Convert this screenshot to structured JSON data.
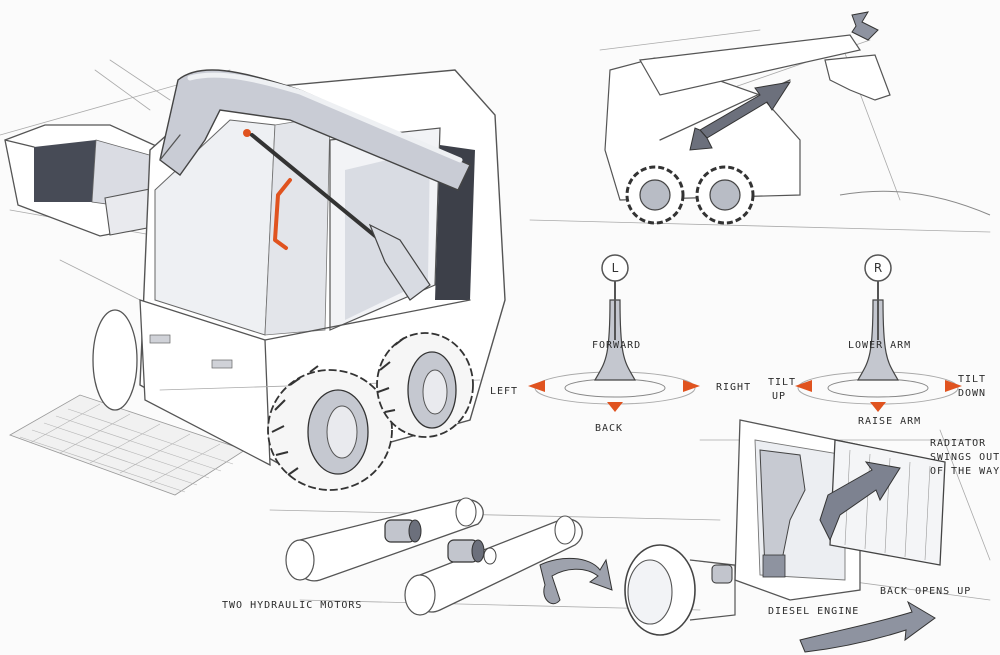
{
  "labels": {
    "left_joystick": "L",
    "right_joystick": "R",
    "forward": "FORWARD",
    "back": "BACK",
    "left": "LEFT",
    "right": "RIGHT",
    "lower_arm": "LOWER ARM",
    "raise_arm": "RAISE ARM",
    "tilt_up": [
      "TILT",
      "UP"
    ],
    "tilt_down": [
      "TILT",
      "DOWN"
    ],
    "radiator": [
      "RADIATOR",
      "SWINGS OUT",
      "OF THE WAY"
    ],
    "two_hydraulic_motors": "TWO HYDRAULIC MOTORS",
    "diesel_engine": "DIESEL ENGINE",
    "back_opens_up": "BACK OPENS UP"
  },
  "colors": {
    "accent": "#e0531f",
    "ink": "#555555",
    "marker_gray": "#8e93a0",
    "marker_dark": "#474b56",
    "marker_light": "#d7dae2"
  }
}
